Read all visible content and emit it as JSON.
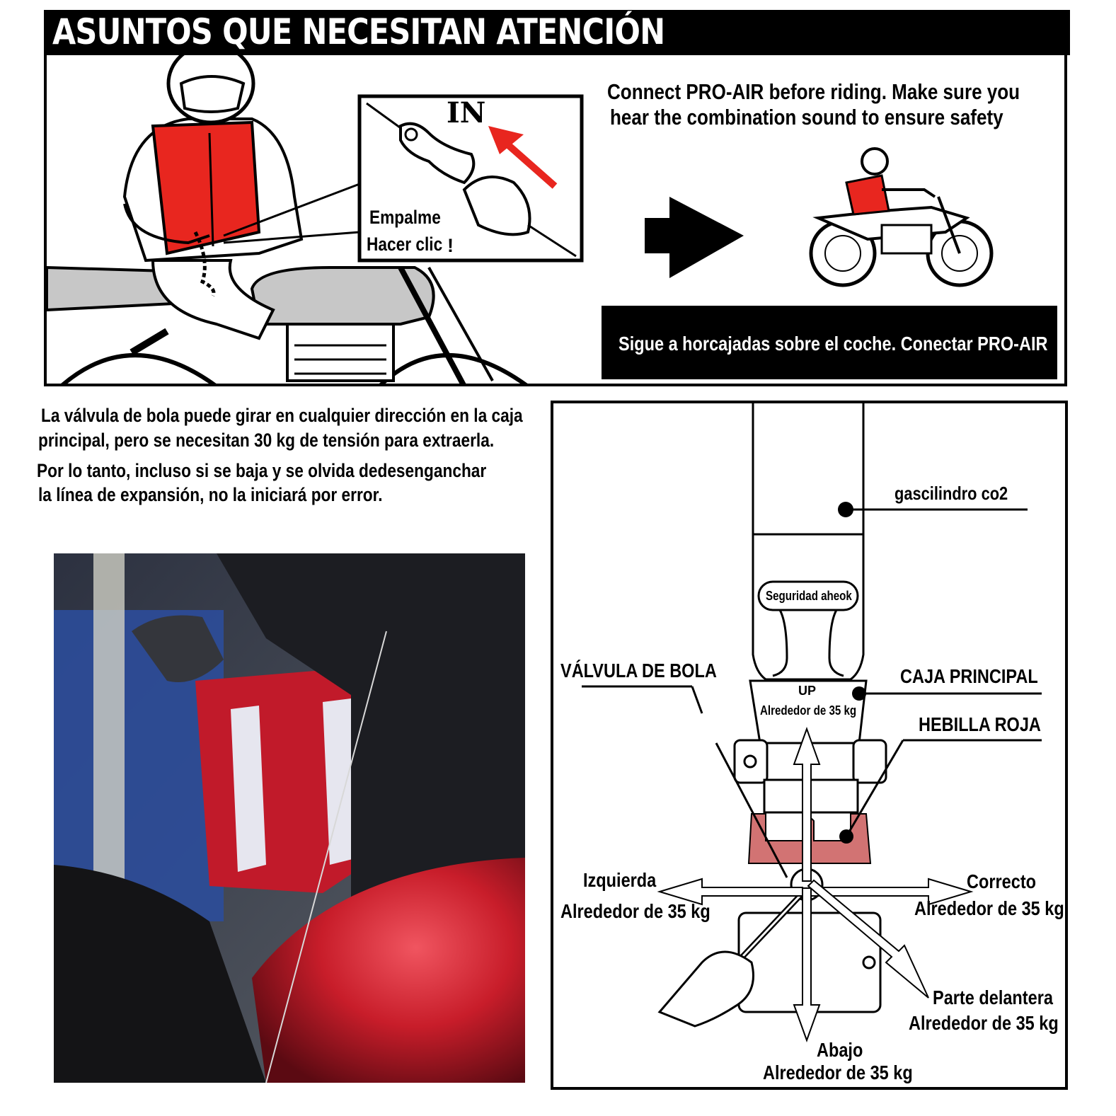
{
  "header": {
    "title": "ASUNTOS QUE NECESITAN ATENCIÓN"
  },
  "top": {
    "callout_in": "IN",
    "callout_line1": "Empalme",
    "callout_line2": "Hacer clic",
    "connect_line1": "Connect PRO-AIR before riding. Make sure you",
    "connect_line2": "hear the combination sound to ensure safety",
    "sigue": "Sigue a horcajadas sobre el coche. Conectar PRO-AIR"
  },
  "paragraph": {
    "line1": "La válvula de bola puede girar en cualquier dirección en la caja",
    "line2": "principal, pero se necesitan 30 kg de tensión para extraerla.",
    "line3": "Por lo tanto, incluso si se baja y se olvida dedesenganchar",
    "line4": "la línea de expansión, no la iniciará por error."
  },
  "diagram": {
    "gas": "gascilindro co2",
    "seguridad": "Seguridad aheok",
    "valvula": "VÁLVULA DE BOLA",
    "caja": "CAJA PRINCIPAL",
    "hebilla": "HEBILLA ROJA",
    "up": "UP",
    "up_force": "Alrededor de 35 kg",
    "izquierda": "Izquierda",
    "izquierda_force": "Alrededor de 35 kg",
    "correcto": "Correcto",
    "correcto_force": "Alrededor de 35 kg",
    "delantera": "Parte delantera",
    "delantera_force": "Alrededor de 35 kg",
    "abajo": "Abajo",
    "abajo_force": "Alrededor de 35 kg"
  },
  "colors": {
    "vest_red": "#e8261f",
    "buckle_red": "#d27373",
    "tank_gray": "#c7c7c7"
  },
  "icons": [
    "arrow-right-icon",
    "red-arrow-icon"
  ]
}
